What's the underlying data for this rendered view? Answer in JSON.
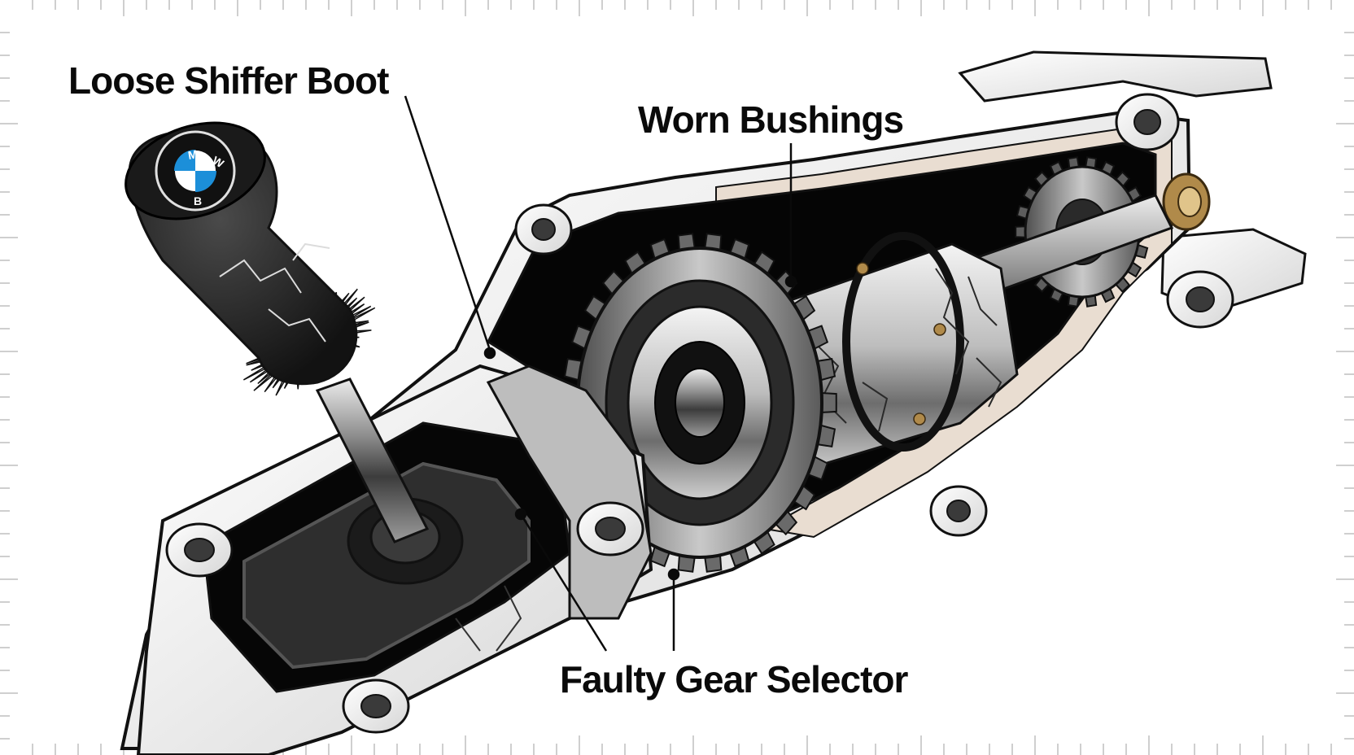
{
  "callouts": {
    "shifter_boot": "Loose Shiffer Boot",
    "bushings": "Worn Bushings",
    "gear_selector": "Faulty Gear Selector"
  },
  "knob_logo": {
    "letters": [
      "B",
      "M",
      "W"
    ],
    "colors": {
      "blue": "#1c8fd9",
      "white": "#ffffff",
      "ring": "#111111"
    }
  },
  "palette": {
    "ink": "#0a0a0a",
    "metal_light": "#d9d9d9",
    "metal_mid": "#9a9a9a",
    "metal_dark": "#4a4a4a",
    "housing_edge": "#e9ddd1",
    "brass": "#b08a4a",
    "rubber": "#1b1b1b"
  }
}
